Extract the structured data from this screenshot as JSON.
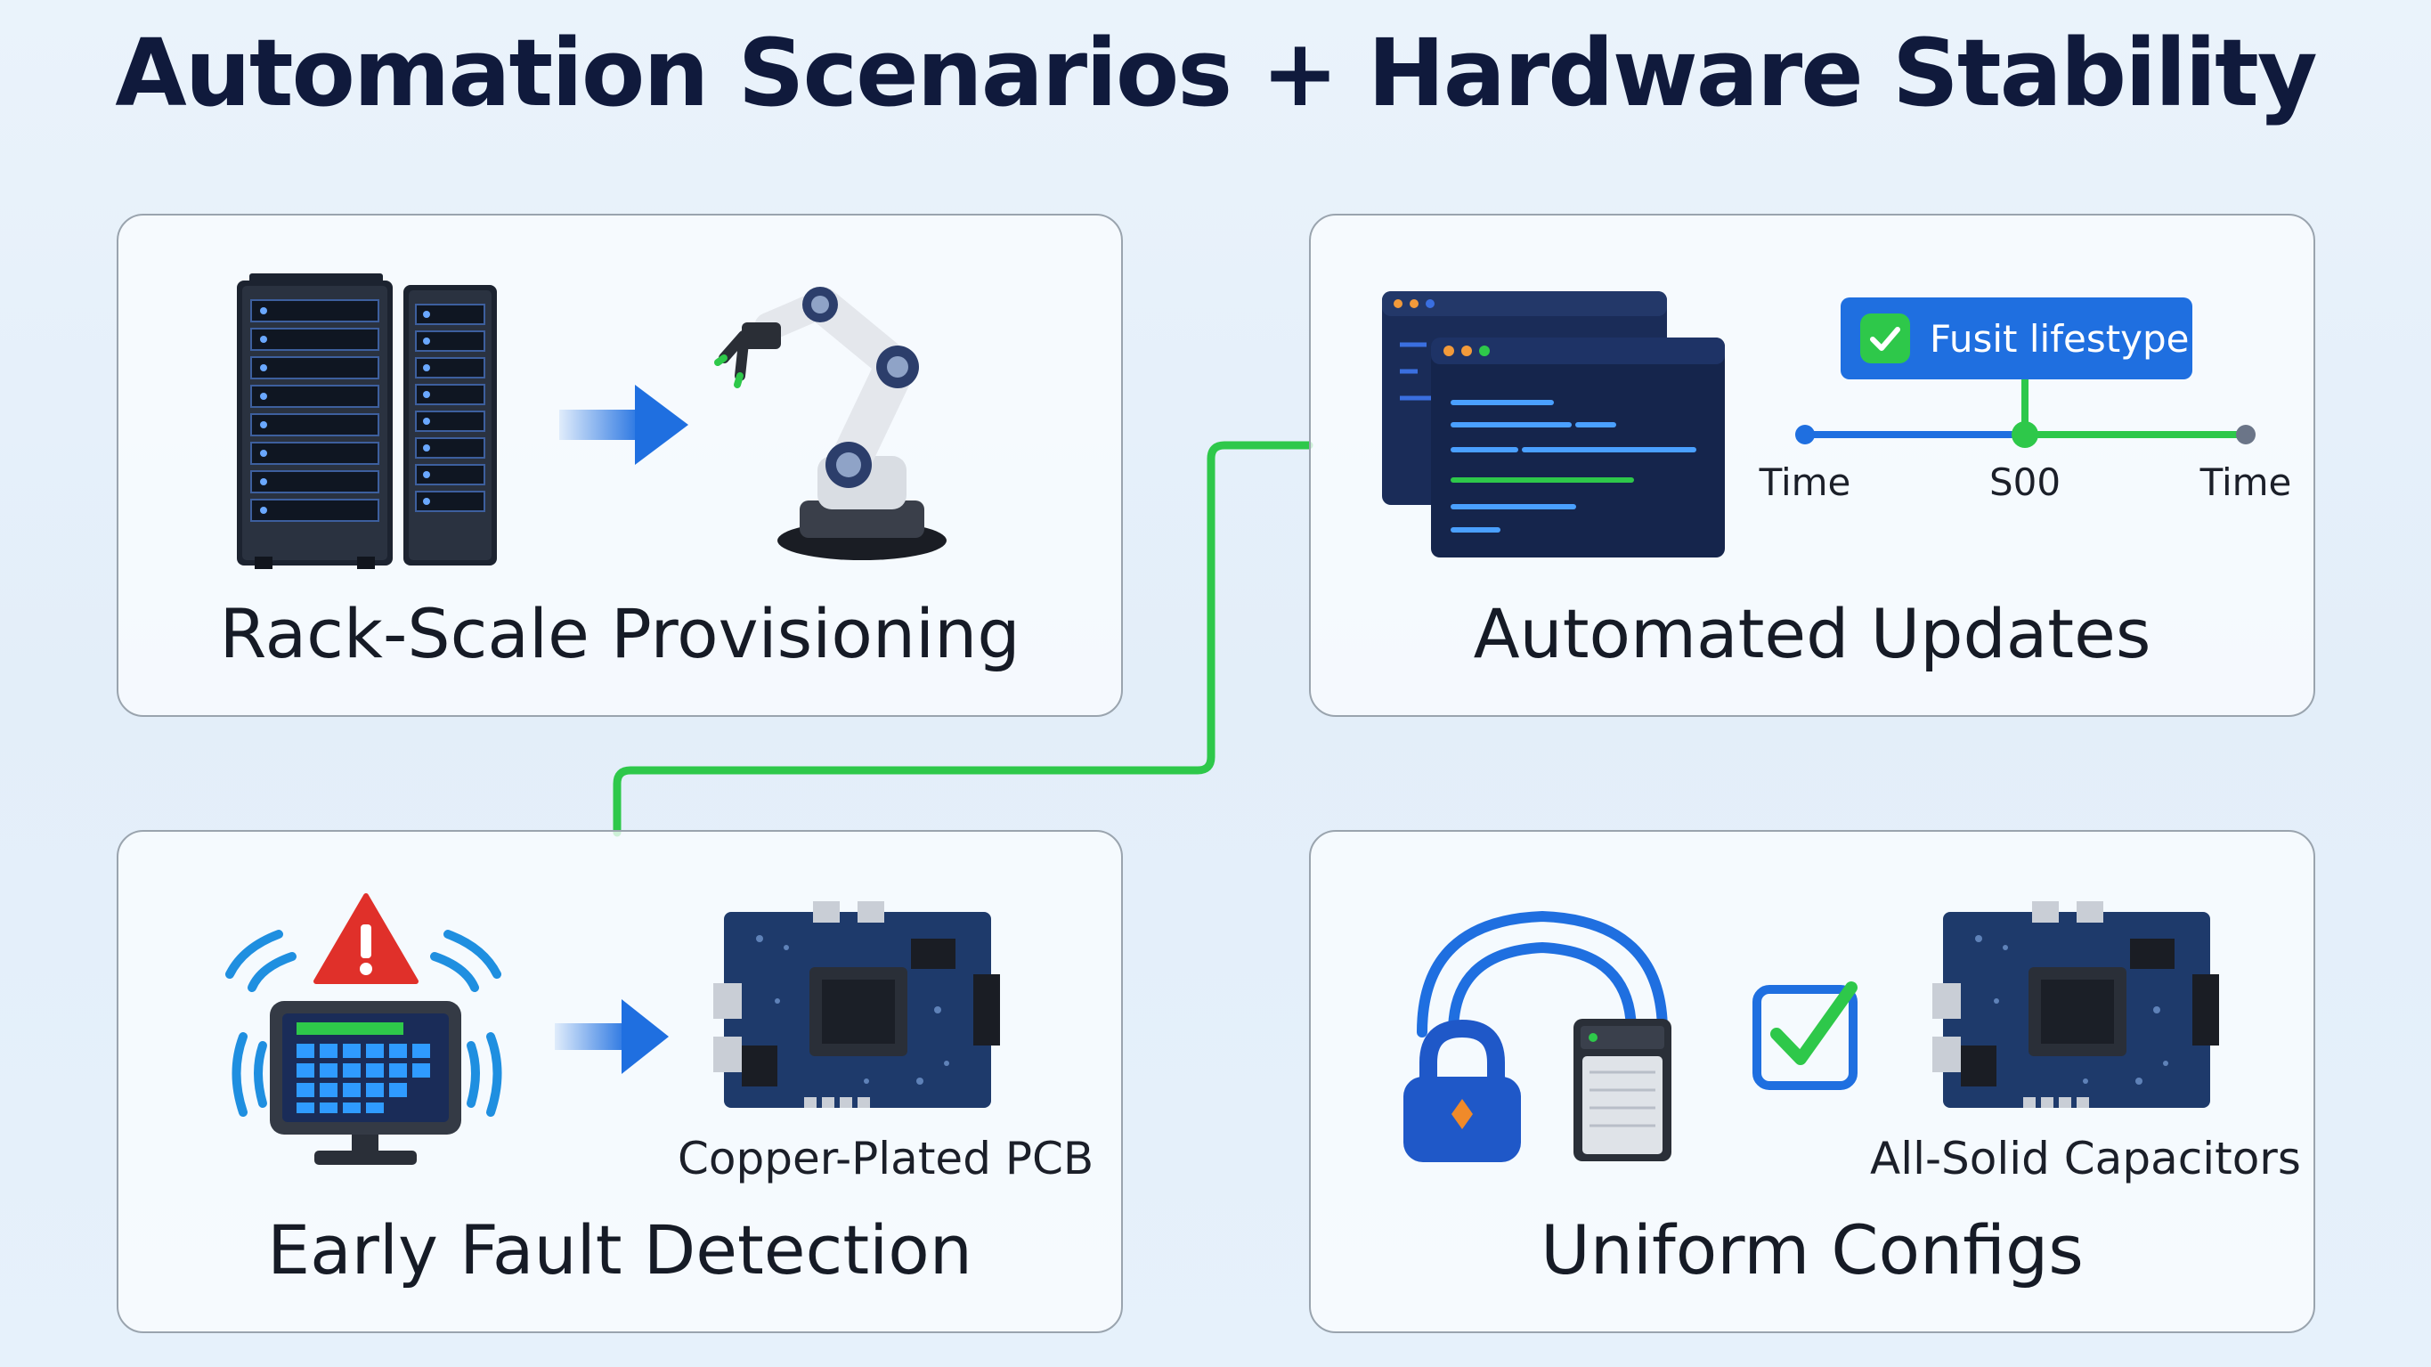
{
  "title": "Automation Scenarios + Hardware Stability",
  "cards": [
    {
      "title": "Rack-Scale Provisioning",
      "icons": [
        "server-rack-icon",
        "arrow-right-icon",
        "robotic-arm-icon"
      ]
    },
    {
      "title": "Automated Updates",
      "icons": [
        "terminal-window-icon",
        "check-icon"
      ],
      "badge": "Fusit lifestype",
      "timeline": {
        "labels": [
          "Time",
          "S00",
          "Time"
        ]
      }
    },
    {
      "title": "Early Fault Detection",
      "caption": "Copper-Plated PCB",
      "icons": [
        "warning-icon",
        "signal-waves-icon",
        "monitor-icon",
        "arrow-right-icon",
        "circuit-board-icon"
      ]
    },
    {
      "title": "Uniform Configs",
      "caption": "All-Solid Capacitors",
      "icons": [
        "wifi-arc-icon",
        "padlock-icon",
        "server-unit-icon",
        "checkbox-icon",
        "circuit-board-icon"
      ]
    }
  ],
  "colors": {
    "title": "#101a3c",
    "accent_blue": "#1f6fe0",
    "connector_green": "#2ec84a",
    "terminal_bg": "#16274f",
    "alert_red": "#e0302a",
    "pcb_blue": "#1e3a6b"
  }
}
